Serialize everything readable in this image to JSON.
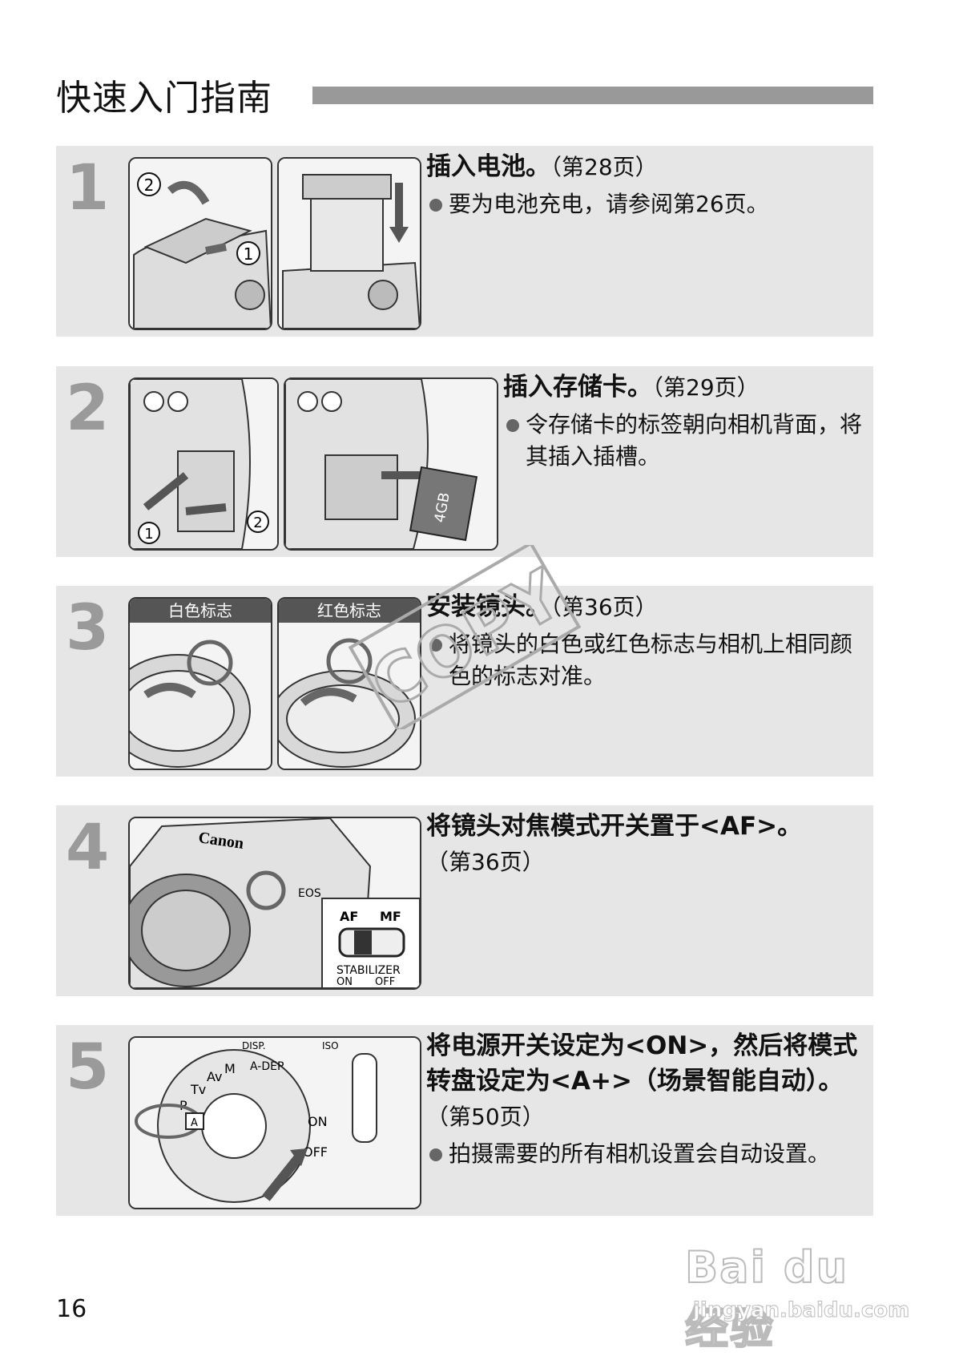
{
  "page": {
    "title": "快速入门指南",
    "page_number": "16"
  },
  "steps": [
    {
      "number": "1",
      "title": "插入电池。",
      "ref": "（第28页）",
      "bullets": [
        "要为电池充电，请参阅第26页。"
      ]
    },
    {
      "number": "2",
      "title": "插入存储卡。",
      "ref": "（第29页）",
      "bullets": [
        "令存储卡的标签朝向相机背面，将其插入插槽。"
      ]
    },
    {
      "number": "3",
      "title": "安装镜头。",
      "ref": "（第36页）",
      "image_labels": [
        "白色标志",
        "红色标志"
      ],
      "bullets": [
        "将镜头的白色或红色标志与相机上相同颜色的标志对准。"
      ]
    },
    {
      "number": "4",
      "title": "将镜头对焦模式开关置于<AF>。",
      "ref": "（第36页）",
      "image_labels": [
        "Canon",
        "EOS",
        "AF",
        "MF",
        "STABILIZER",
        "ON",
        "OFF"
      ],
      "bullets": []
    },
    {
      "number": "5",
      "title": "将电源开关设定为<ON>，然后将模式转盘设定为<A+>（场景智能自动）。",
      "ref": "（第50页）",
      "image_labels": [
        "DISP.",
        "ISO",
        "A-DEP",
        "M",
        "Av",
        "Tv",
        "P",
        "ON",
        "OFF"
      ],
      "bullets": [
        "拍摄需要的所有相机设置会自动设置。"
      ]
    }
  ],
  "watermark": {
    "copy_text": "COPY",
    "brand": "Bai du 经验",
    "url": "jingyan.baidu.com"
  }
}
